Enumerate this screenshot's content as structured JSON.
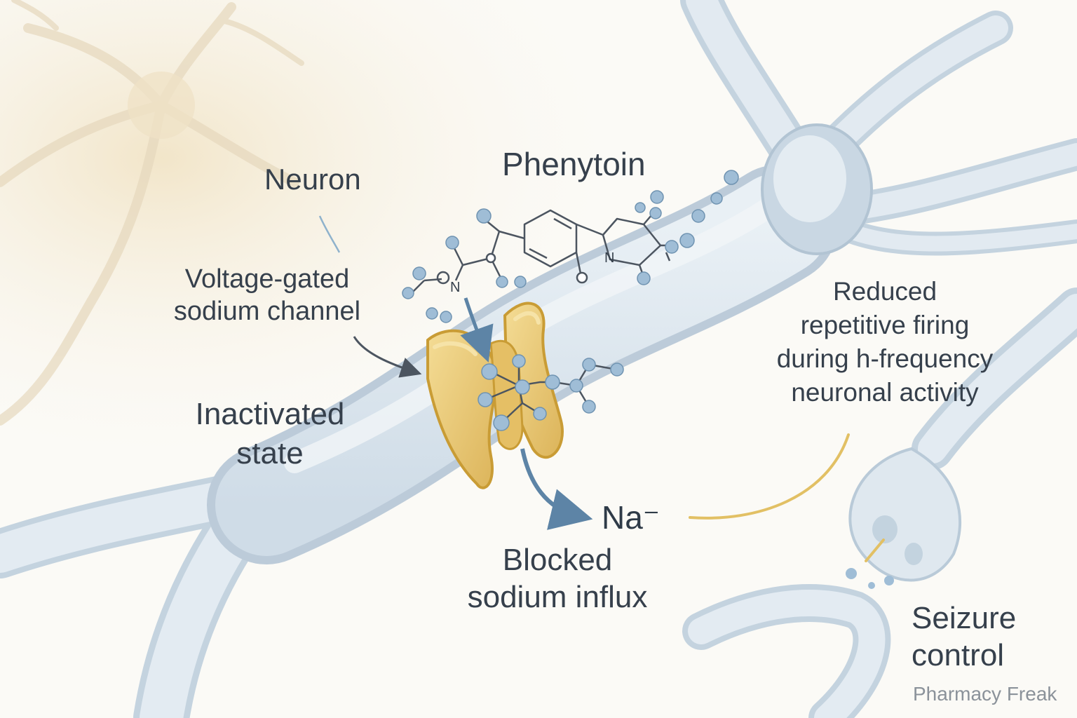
{
  "labels": {
    "neuron": "Neuron",
    "drug": "Phenytoin",
    "channel": [
      "Voltage-gated",
      "sodium channel"
    ],
    "state": [
      "Inactivated",
      "state"
    ],
    "effect": [
      "Reduced",
      "repetitive firing",
      "during h-frequency",
      "neuronal activity"
    ],
    "ion": "Na⁻",
    "influx": [
      "Blocked",
      "sodium influx"
    ],
    "outcome": [
      "Seizure",
      "control"
    ],
    "molecule_atoms": [
      "N",
      "N"
    ]
  },
  "watermark": "Pharmacy Freak",
  "colors": {
    "neuron_fill": "#dfe8ef",
    "neuron_edge": "#b9cad8",
    "channel": "#e9c770",
    "channel_edge": "#c99c35",
    "arrow": "#5d84a6",
    "bond": "#4c5560",
    "atom": "#9fbdd6",
    "text": "#36404c",
    "accent_line": "#e2c064"
  },
  "icons": [
    "neuron-illustration",
    "sodium-channel-protein",
    "phenytoin-molecule",
    "synapse-terminal"
  ]
}
